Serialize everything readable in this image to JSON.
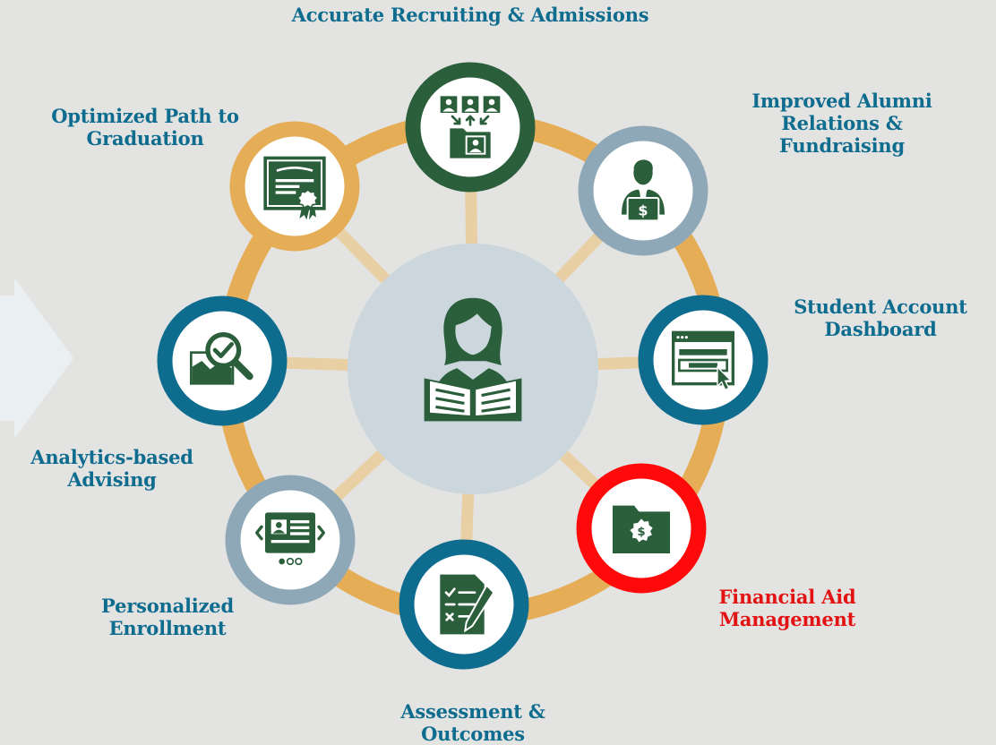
{
  "colors": {
    "background": "#e3e3e1",
    "ring": "#e6ad57",
    "spoke": "#e9cfa4",
    "center_disc": "#cbd7dd",
    "dark_green": "#2b5e3b",
    "teal": "#0e6c8f",
    "slate": "#8fa8b8",
    "gold": "#e6ad57",
    "red": "#ff0a0a",
    "label_default": "#0e6c8f",
    "label_highlight": "#e31313",
    "arrow": "#eaf0f2"
  },
  "center": {
    "icon": "student-reading-icon"
  },
  "nodes": [
    {
      "id": "recruiting",
      "icon": "applicant-folder-icon",
      "ring_color": "#2b5e3b",
      "label_lines": [
        "Accurate Recruiting & Admissions"
      ],
      "highlight": false
    },
    {
      "id": "alumni",
      "icon": "donor-laptop-dollar-icon",
      "ring_color": "#8fa8b8",
      "label_lines": [
        "Improved Alumni",
        "Relations &",
        "Fundraising"
      ],
      "highlight": false
    },
    {
      "id": "dashboard",
      "icon": "browser-click-icon",
      "ring_color": "#0e6c8f",
      "label_lines": [
        "Student Account",
        "Dashboard"
      ],
      "highlight": false
    },
    {
      "id": "financial-aid",
      "icon": "dollar-folder-icon",
      "ring_color": "#ff0a0a",
      "label_lines": [
        "Financial Aid",
        "Management"
      ],
      "highlight": true
    },
    {
      "id": "assessment",
      "icon": "checklist-pen-icon",
      "ring_color": "#0e6c8f",
      "label_lines": [
        "Assessment &",
        "Outcomes"
      ],
      "highlight": false
    },
    {
      "id": "enrollment",
      "icon": "profile-card-slider-icon",
      "ring_color": "#8fa8b8",
      "label_lines": [
        "Personalized",
        "Enrollment"
      ],
      "highlight": false
    },
    {
      "id": "advising",
      "icon": "magnifier-chart-icon",
      "ring_color": "#0e6c8f",
      "label_lines": [
        "Analytics-based",
        "Advising"
      ],
      "highlight": false
    },
    {
      "id": "graduation",
      "icon": "diploma-certificate-icon",
      "ring_color": "#e6ad57",
      "label_lines": [
        "Optimized Path to",
        "Graduation"
      ],
      "highlight": false
    }
  ]
}
